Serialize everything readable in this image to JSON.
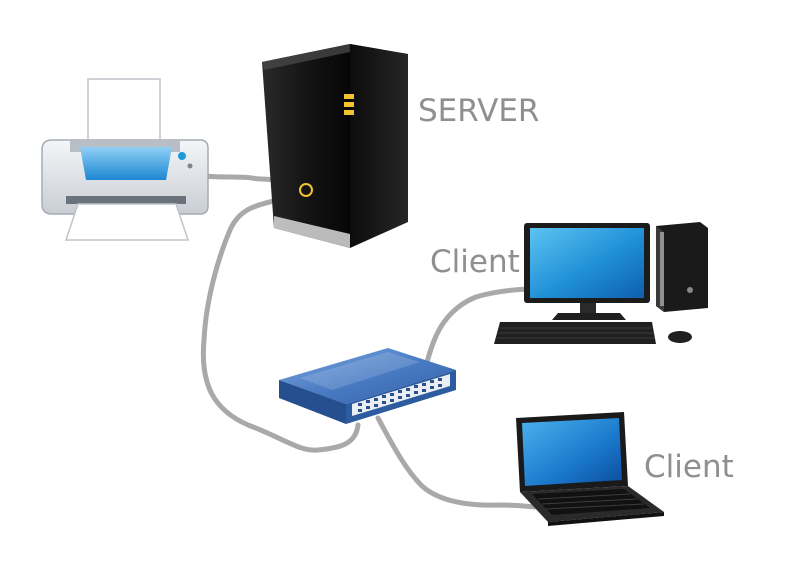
{
  "labels": {
    "server": "SERVER",
    "client_desktop": "Client",
    "client_laptop": "Client"
  },
  "colors": {
    "cable": "#a9a9a9",
    "label": "#8f8f8f",
    "screen_blue": "#1f8fd6",
    "switch_blue": "#3f6fb4",
    "server_body": "#161616",
    "server_led": "#f2c230"
  },
  "nodes": [
    {
      "id": "printer",
      "icon": "printer-icon"
    },
    {
      "id": "server",
      "icon": "tower-server-icon"
    },
    {
      "id": "switch",
      "icon": "network-switch-icon"
    },
    {
      "id": "desktop",
      "icon": "desktop-computer-icon"
    },
    {
      "id": "laptop",
      "icon": "laptop-icon"
    }
  ],
  "links": [
    {
      "from": "printer",
      "to": "server"
    },
    {
      "from": "server",
      "to": "switch"
    },
    {
      "from": "switch",
      "to": "desktop"
    },
    {
      "from": "switch",
      "to": "laptop"
    }
  ]
}
